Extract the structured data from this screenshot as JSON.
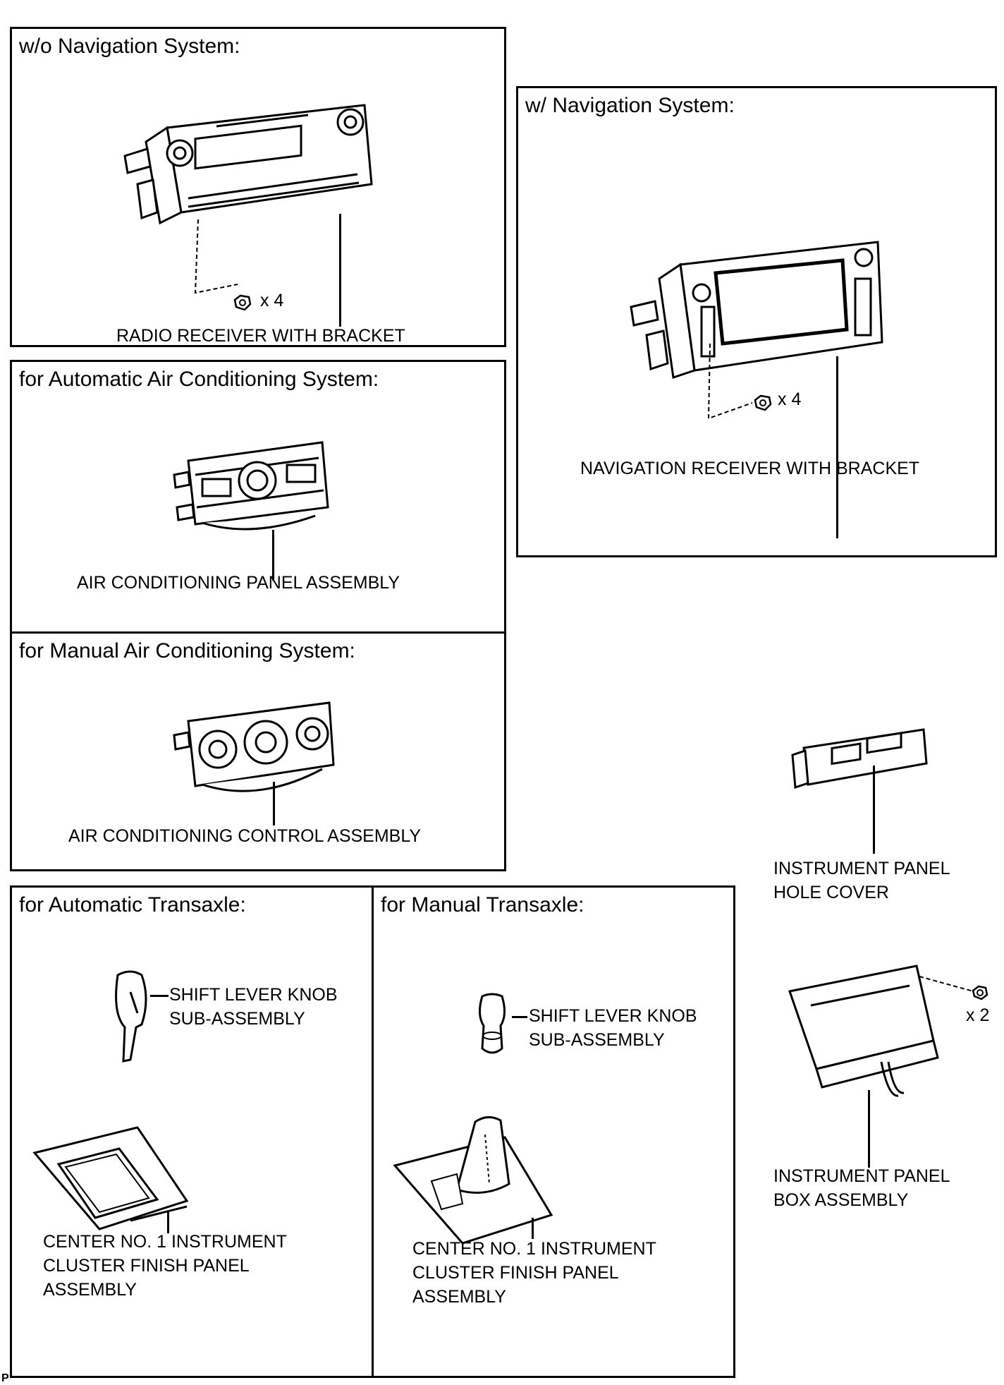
{
  "sections": {
    "wo_navigation": {
      "title": "w/o Navigation System:",
      "part_label": "RADIO RECEIVER WITH BRACKET",
      "screw_count": "x 4"
    },
    "w_navigation": {
      "title": "w/ Navigation System:",
      "part_label": "NAVIGATION RECEIVER WITH BRACKET",
      "screw_count": "x 4"
    },
    "auto_ac": {
      "title": "for Automatic Air Conditioning System:",
      "part_label": "AIR CONDITIONING PANEL ASSEMBLY"
    },
    "manual_ac": {
      "title": "for Manual Air Conditioning System:",
      "part_label": "AIR CONDITIONING CONTROL ASSEMBLY"
    },
    "auto_transaxle": {
      "title": "for Automatic Transaxle:",
      "knob_label": "SHIFT LEVER KNOB\nSUB-ASSEMBLY",
      "panel_label": "CENTER NO. 1 INSTRUMENT\nCLUSTER FINISH PANEL\nASSEMBLY"
    },
    "manual_transaxle": {
      "title": "for Manual Transaxle:",
      "knob_label": "SHIFT LEVER KNOB\nSUB-ASSEMBLY",
      "panel_label": "CENTER NO. 1 INSTRUMENT\nCLUSTER FINISH PANEL\nASSEMBLY"
    }
  },
  "loose_parts": {
    "hole_cover_label": "INSTRUMENT PANEL\nHOLE COVER",
    "box_label": "INSTRUMENT PANEL\nBOX ASSEMBLY",
    "box_screw_count": "x 2"
  },
  "footer_code": "P"
}
